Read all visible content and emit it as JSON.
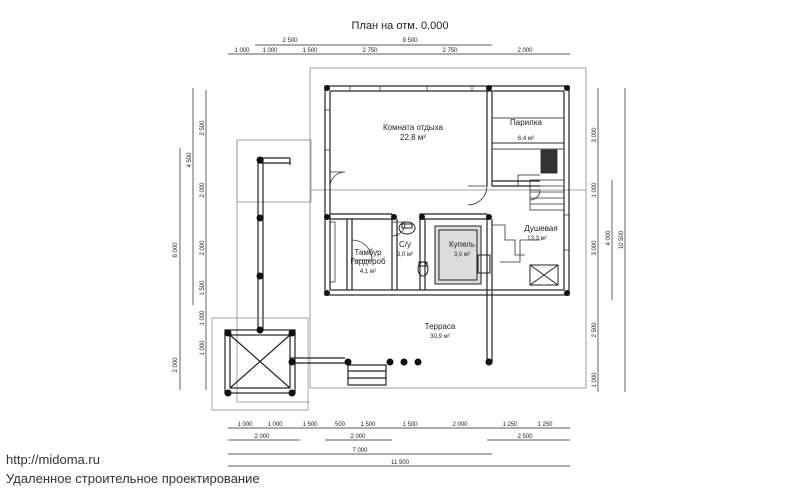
{
  "title": "План на отм. 0.000",
  "rooms": {
    "lounge": {
      "name": "Комната отдыха",
      "area": "22,8 м²"
    },
    "steam": {
      "name": "Парилка",
      "area": "6,4 м²"
    },
    "shower": {
      "name": "Душевая",
      "area": "13,3 м²"
    },
    "wc": {
      "name": "С/у",
      "area": "3,0 м²"
    },
    "pool": {
      "name": "Купель",
      "area": "3,0 м²"
    },
    "vestibule": {
      "name": "Тамбур",
      "name2": "Гардероб",
      "area": "4,1 м²"
    },
    "terrace": {
      "name": "Терраса",
      "area": "30,9 м²"
    }
  },
  "dims": {
    "top_overall": "9 500",
    "top_sub": "2 500",
    "top_row": [
      "1 000",
      "1 000",
      "1 500",
      "2 750",
      "2 750",
      "2 000"
    ],
    "left_outer": "6 000",
    "left_top": "4 500",
    "left_inner": [
      "2 500",
      "2 000",
      "2 000",
      "1 500",
      "1 000",
      "1 000"
    ],
    "left_bottom": "2 000",
    "right_overall": "10 500",
    "right_inner": "4 000",
    "right_a": "3 000",
    "right_b": "3 000",
    "right_c": "1 000",
    "right_d": "2 500",
    "right_e": "1 000",
    "bottom_row": [
      "1 000",
      "1 000",
      "1 500",
      "500",
      "1 500",
      "1 500",
      "2 000",
      "1 250",
      "1 250"
    ],
    "bottom_mid": [
      "2 000",
      "2 000",
      "2 500"
    ],
    "bottom_7000": "7 000",
    "bottom_overall": "11 500"
  },
  "footer": {
    "url": "http://midoma.ru",
    "description": "Удаленное строительное проектирование"
  }
}
